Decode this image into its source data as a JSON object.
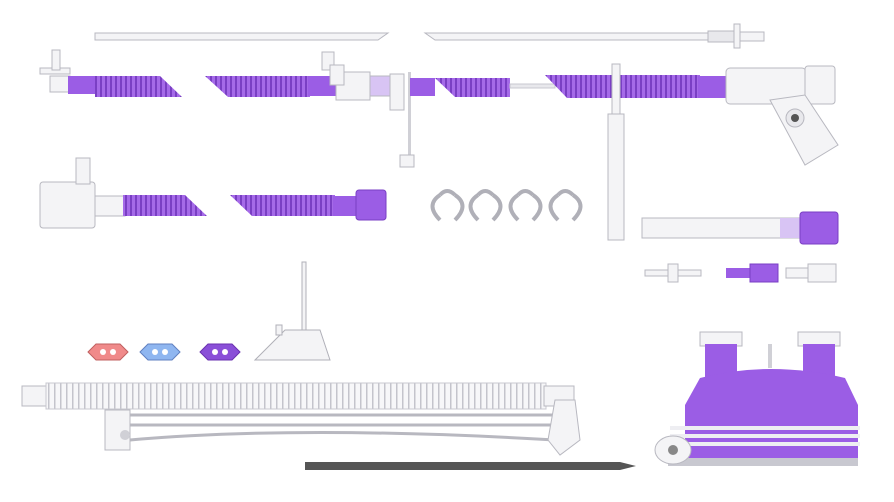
{
  "colors": {
    "background": "#ffffff",
    "purple": "#9b5de5",
    "purple_dark": "#7a3fc4",
    "white_part": "#f4f4f6",
    "outline": "#b8b8c0",
    "red_part": "#f08a8a",
    "blue_part": "#8fb6f0",
    "strap": "#555555"
  },
  "components": [
    "rod-top-left",
    "rod-top-right",
    "breathing-tube-upper",
    "y-elbow-connector",
    "breathing-tube-middle",
    "hose-clips",
    "straight-adapter-tube",
    "small-connectors",
    "color-coded-caps",
    "tube-stand",
    "heated-wire-tube",
    "humidifier-chamber",
    "strap"
  ]
}
